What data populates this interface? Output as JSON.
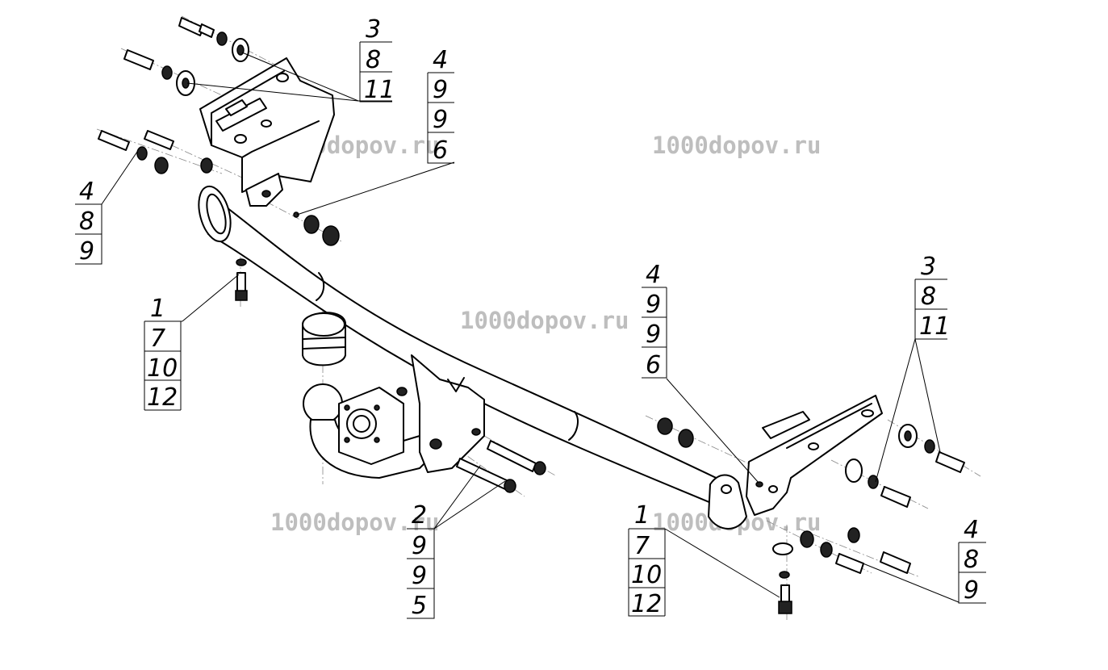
{
  "watermark": "1000dopov.ru",
  "callouts": [
    {
      "id": "c1",
      "labels": [
        "3",
        "8",
        "11"
      ]
    },
    {
      "id": "c2",
      "labels": [
        "4",
        "9",
        "9",
        "6"
      ]
    },
    {
      "id": "c3",
      "labels": [
        "4",
        "8",
        "9"
      ]
    },
    {
      "id": "c4",
      "labels": [
        "1",
        "7",
        "10",
        "12"
      ]
    },
    {
      "id": "c5",
      "labels": [
        "2",
        "9",
        "9",
        "5"
      ]
    },
    {
      "id": "c6",
      "labels": [
        "4",
        "9",
        "9",
        "6"
      ]
    },
    {
      "id": "c7",
      "labels": [
        "3",
        "8",
        "11"
      ]
    },
    {
      "id": "c8",
      "labels": [
        "1",
        "7",
        "10",
        "12"
      ]
    },
    {
      "id": "c9",
      "labels": [
        "4",
        "8",
        "9"
      ]
    }
  ]
}
